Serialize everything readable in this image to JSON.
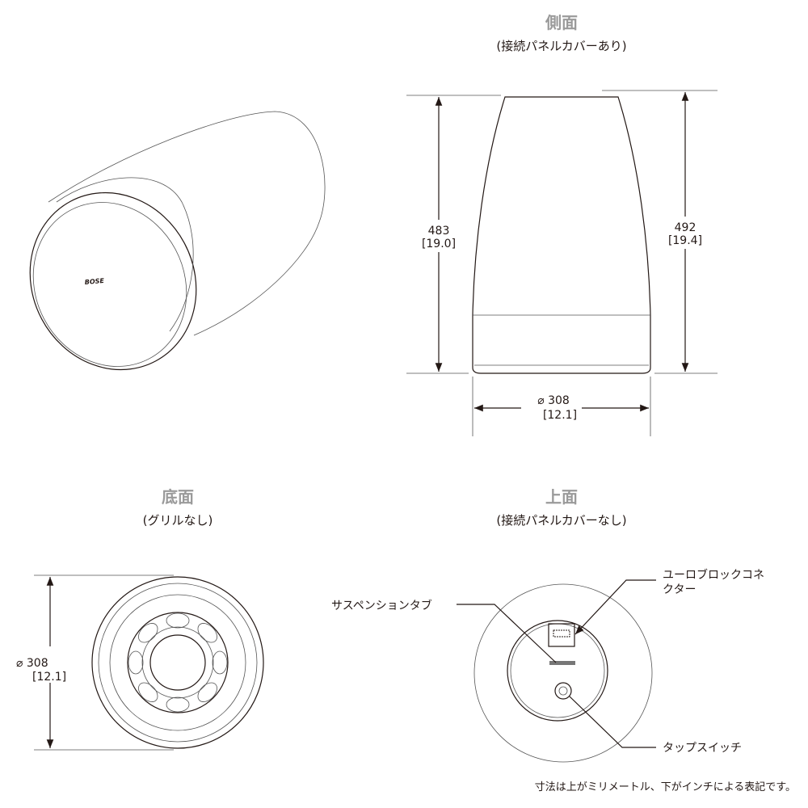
{
  "views": {
    "side": {
      "title": "側面",
      "subtitle": "(接続パネルカバーあり)"
    },
    "bottom": {
      "title": "底面",
      "subtitle": "(グリルなし)"
    },
    "top": {
      "title": "上面",
      "subtitle": "(接続パネルカバーなし)"
    }
  },
  "dimensions": {
    "side_left": {
      "mm": "483",
      "in": "[19.0]"
    },
    "side_right": {
      "mm": "492",
      "in": "[19.4]"
    },
    "side_width": {
      "mm": "⌀ 308",
      "in": "[12.1]"
    },
    "bottom_diameter": {
      "mm": "⌀ 308",
      "in": "[12.1]"
    }
  },
  "callouts": {
    "suspension_tab": "サスペンションタブ",
    "euroblock_line1": "ユーロブロックコネ",
    "euroblock_line2": "クター",
    "tap_switch": "タップスイッチ"
  },
  "logo": "BOSE",
  "footnote": "寸法は上がミリメートル、下がインチによる表記です。"
}
